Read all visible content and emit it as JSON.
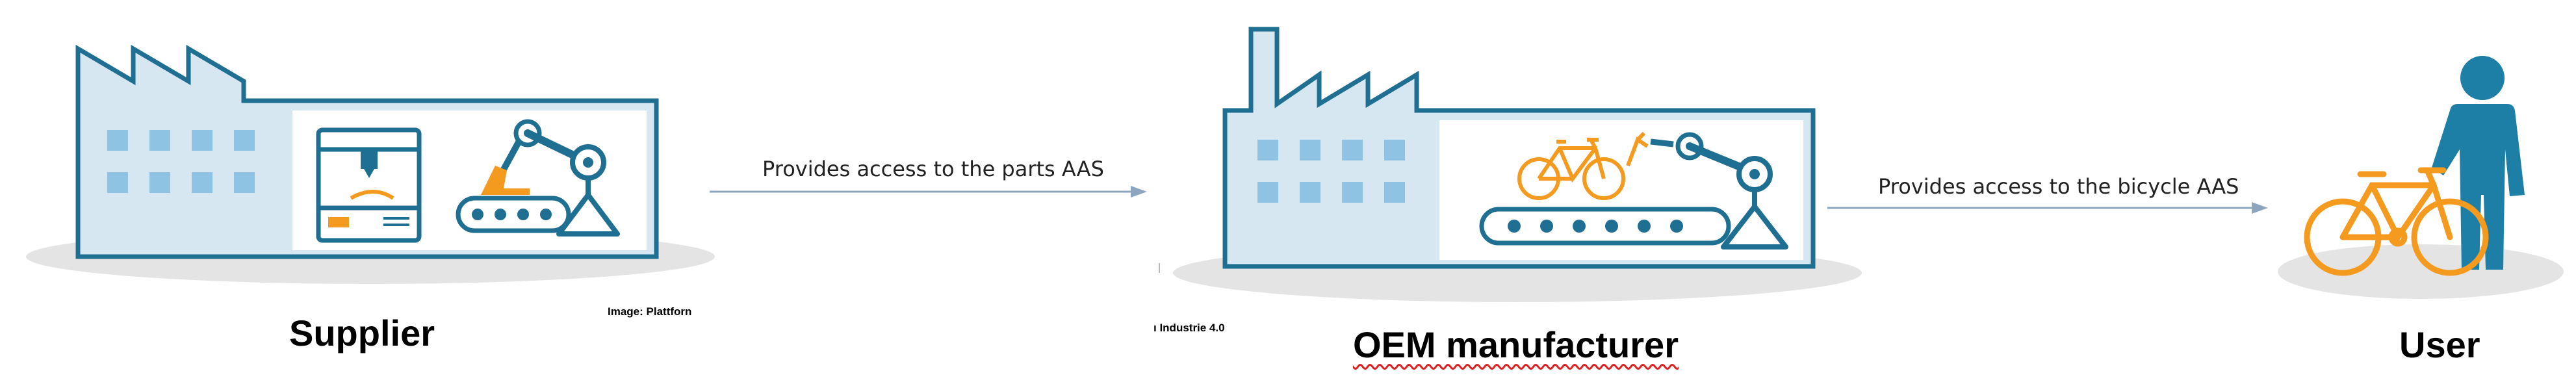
{
  "nodes": [
    {
      "id": "supplier",
      "label": "Supplier"
    },
    {
      "id": "oem",
      "label": "OEM manufacturer"
    },
    {
      "id": "user",
      "label": "User"
    }
  ],
  "edges": [
    {
      "from": "supplier",
      "to": "oem",
      "label": "Provides access to the parts AAS"
    },
    {
      "from": "oem",
      "to": "user",
      "label": "Provides access to the bicycle AAS"
    }
  ],
  "credits": {
    "left": "Image: Plattforn",
    "right": "ı Industrie 4.0"
  },
  "colors": {
    "outline": "#1f6f93",
    "wall": "#d6e7f2",
    "window": "#8ec3e3",
    "orange": "#f39a1f",
    "ground": "#e4e4e4",
    "arrow": "#8ca6bf",
    "person": "#1d7fa6"
  },
  "icons": [
    "factory-icon",
    "3d-printer-icon",
    "robot-arm-icon",
    "conveyor-icon",
    "bicycle-icon",
    "person-icon"
  ]
}
